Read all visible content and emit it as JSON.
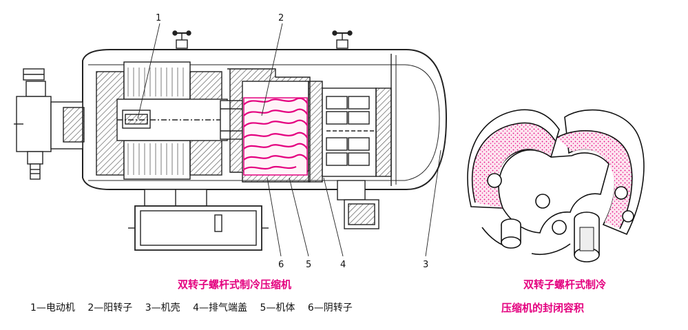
{
  "diagram": {
    "left_title": "双转子螺杆式制冷压缩机",
    "callouts": [
      "1",
      "2",
      "3",
      "4",
      "5",
      "6"
    ],
    "legend": [
      "1—电动机",
      "2—阳转子",
      "3—机壳",
      "4—排气端盖",
      "5—机体",
      "6—阴转子"
    ],
    "right_title_line1": "双转子螺杆式制冷",
    "right_title_line2": "压缩机的封闭容积"
  },
  "colors": {
    "line": "#222222",
    "accent": "#e4007f",
    "pink_fill": "#f7b9d6"
  }
}
